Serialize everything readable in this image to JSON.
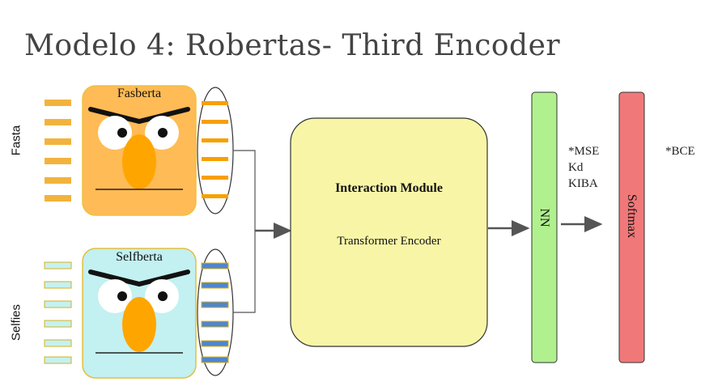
{
  "title": "Modelo 4: Robertas- Third Encoder",
  "inputs": {
    "top": {
      "label": "Fasta",
      "model": "Fasberta",
      "fill": "#ffbb55",
      "bar": "#f2b33d"
    },
    "bottom": {
      "label": "Selfies",
      "model": "Selfberta",
      "fill": "#c3f0f0",
      "bar": "#c4f2f2"
    }
  },
  "interaction": {
    "title": "Interaction Module",
    "subtitle": "Transformer Encoder",
    "fill": "#f8f6a6"
  },
  "nn": {
    "label": "NN",
    "fill": "#b0f08e"
  },
  "losses": {
    "line1": "*MSE",
    "line2": "Kd",
    "line3": "KIBA"
  },
  "softmax": {
    "label": "Softmax",
    "fill": "#f07878"
  },
  "bce": "*BCE",
  "colors": {
    "orange_token": "#f7a000",
    "blue_token": "#4f86cc",
    "beak": "#ffa500",
    "arrow": "#555555"
  }
}
